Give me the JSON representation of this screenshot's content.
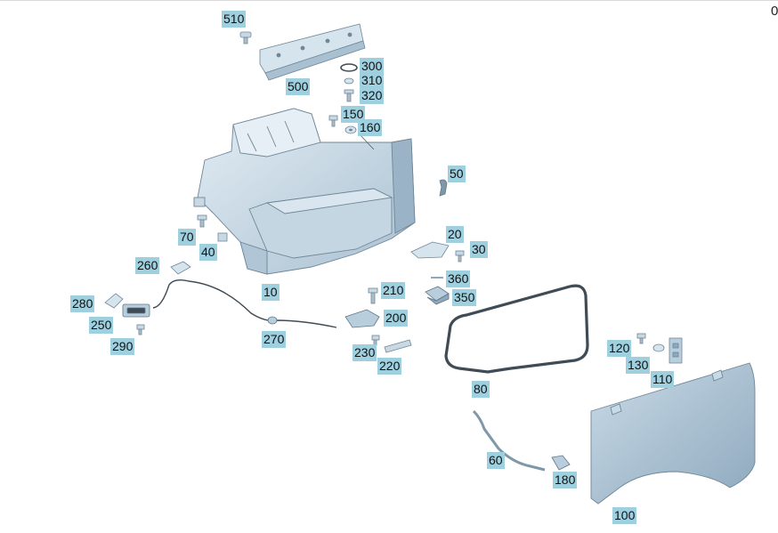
{
  "page": {
    "corner_char": "0"
  },
  "colors": {
    "callout_bg": "#9fd0e0",
    "part_fill_light": "#d6e4ee",
    "part_fill_mid": "#b9cedd",
    "part_fill_dark": "#8ea9bd",
    "part_stroke": "#6f8797",
    "seal": "#3f4b55"
  },
  "callouts": [
    {
      "id": "510",
      "label": "510"
    },
    {
      "id": "500",
      "label": "500"
    },
    {
      "id": "300",
      "label": "300"
    },
    {
      "id": "310",
      "label": "310"
    },
    {
      "id": "320",
      "label": "320"
    },
    {
      "id": "150",
      "label": "150"
    },
    {
      "id": "160",
      "label": "160"
    },
    {
      "id": "50",
      "label": "50"
    },
    {
      "id": "70",
      "label": "70"
    },
    {
      "id": "40",
      "label": "40"
    },
    {
      "id": "20",
      "label": "20"
    },
    {
      "id": "30",
      "label": "30"
    },
    {
      "id": "260",
      "label": "260"
    },
    {
      "id": "10",
      "label": "10"
    },
    {
      "id": "360",
      "label": "360"
    },
    {
      "id": "210",
      "label": "210"
    },
    {
      "id": "350",
      "label": "350"
    },
    {
      "id": "280",
      "label": "280"
    },
    {
      "id": "250",
      "label": "250"
    },
    {
      "id": "200",
      "label": "200"
    },
    {
      "id": "290",
      "label": "290"
    },
    {
      "id": "270",
      "label": "270"
    },
    {
      "id": "230",
      "label": "230"
    },
    {
      "id": "220",
      "label": "220"
    },
    {
      "id": "120",
      "label": "120"
    },
    {
      "id": "130",
      "label": "130"
    },
    {
      "id": "110",
      "label": "110"
    },
    {
      "id": "80",
      "label": "80"
    },
    {
      "id": "60",
      "label": "60"
    },
    {
      "id": "180",
      "label": "180"
    },
    {
      "id": "100",
      "label": "100"
    }
  ]
}
